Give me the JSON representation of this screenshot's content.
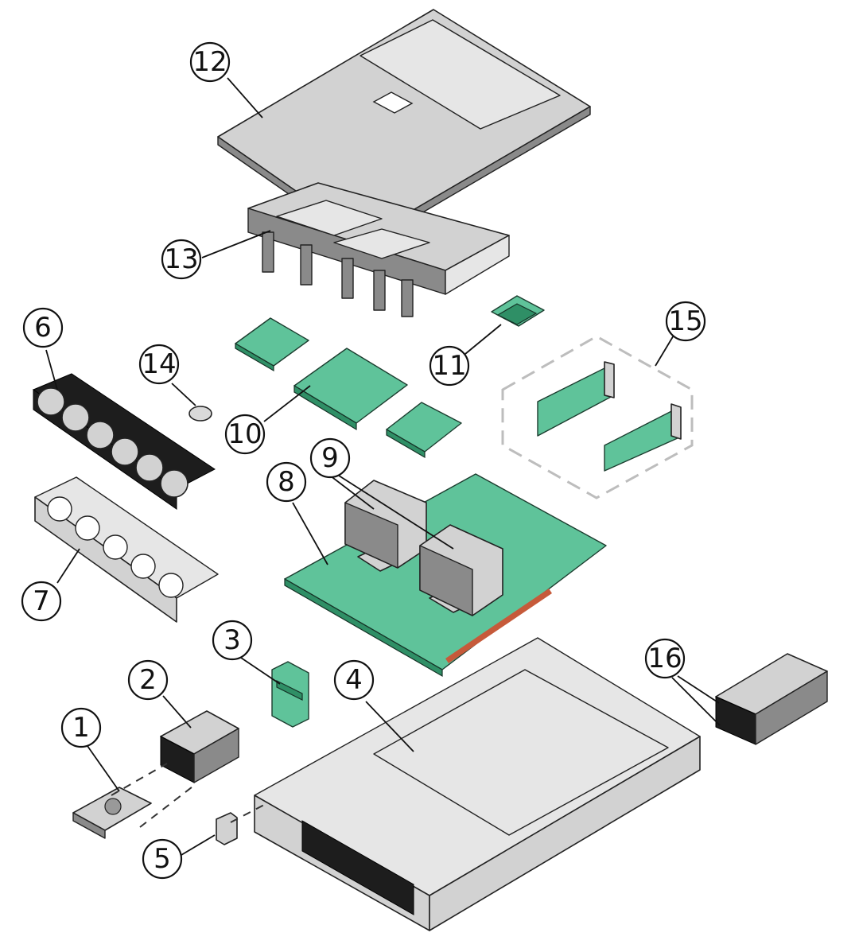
{
  "callouts": [
    {
      "id": "1",
      "label": "1"
    },
    {
      "id": "2",
      "label": "2"
    },
    {
      "id": "3",
      "label": "3"
    },
    {
      "id": "4",
      "label": "4"
    },
    {
      "id": "5",
      "label": "5"
    },
    {
      "id": "6",
      "label": "6"
    },
    {
      "id": "7",
      "label": "7"
    },
    {
      "id": "8",
      "label": "8"
    },
    {
      "id": "9",
      "label": "9"
    },
    {
      "id": "10",
      "label": "10"
    },
    {
      "id": "11",
      "label": "11"
    },
    {
      "id": "12",
      "label": "12"
    },
    {
      "id": "13",
      "label": "13"
    },
    {
      "id": "14",
      "label": "14"
    },
    {
      "id": "15",
      "label": "15"
    },
    {
      "id": "16",
      "label": "16"
    }
  ],
  "colors": {
    "pcb": "#5fc39a",
    "metal": "#d2d2d2",
    "outline": "#111111",
    "dashed_group": "#bdbdbd"
  }
}
